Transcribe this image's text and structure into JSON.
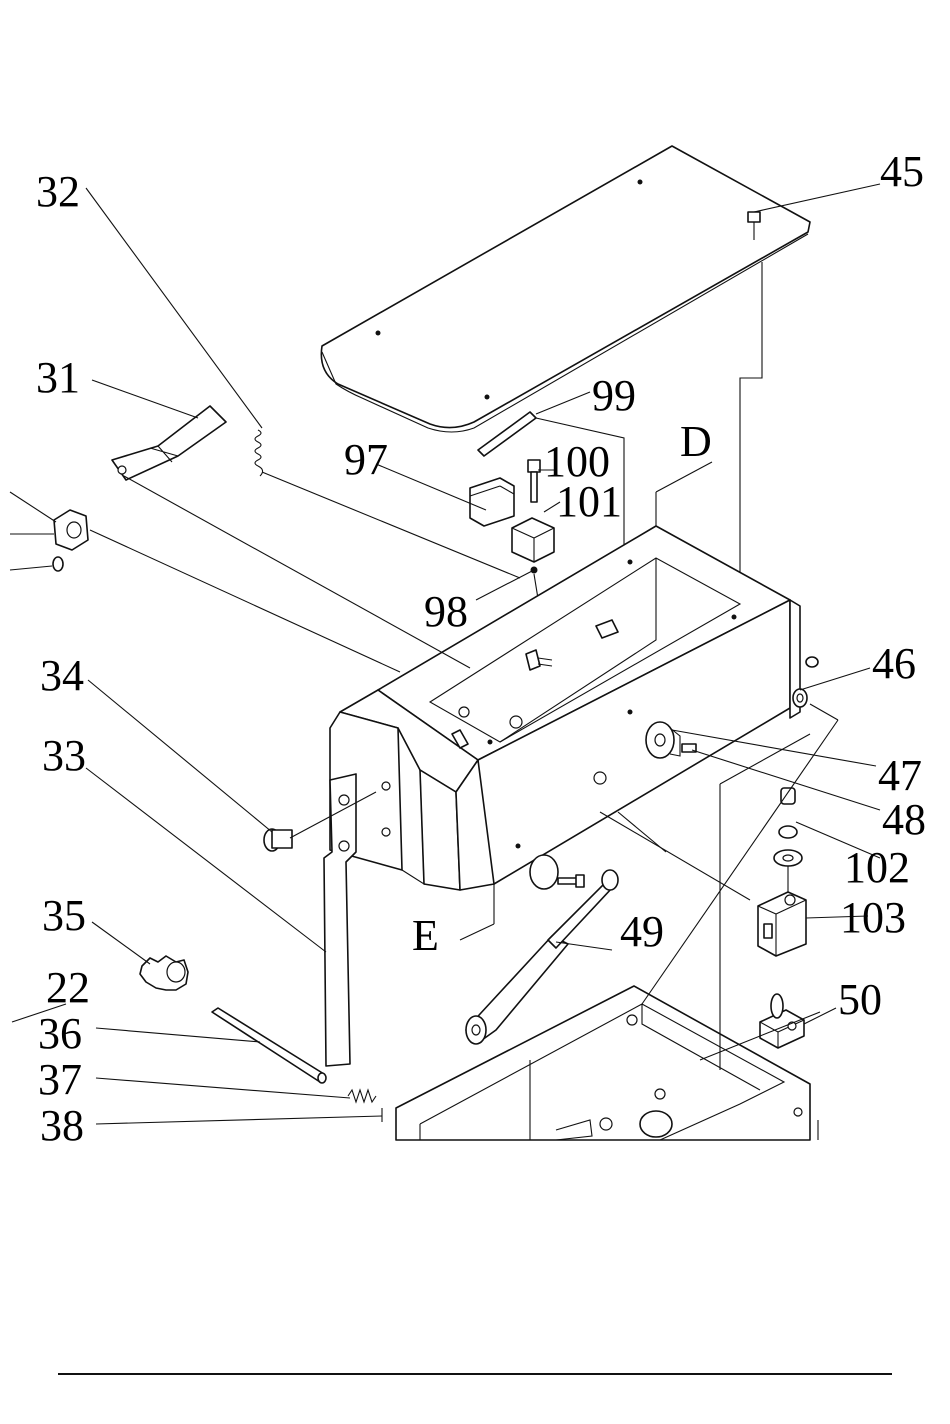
{
  "diagram": {
    "type": "exploded-parts-drawing",
    "labels": {
      "l32": "32",
      "l31": "31",
      "l45": "45",
      "l99": "99",
      "l97": "97",
      "l100": "100",
      "l101": "101",
      "lD": "D",
      "l98": "98",
      "l46": "46",
      "l34": "34",
      "l33": "33",
      "l47": "47",
      "l48": "48",
      "l102": "102",
      "l103": "103",
      "l35": "35",
      "lE": "E",
      "l49": "49",
      "l22": "22",
      "l50": "50",
      "l36": "36",
      "l37": "37",
      "l38": "38"
    }
  }
}
